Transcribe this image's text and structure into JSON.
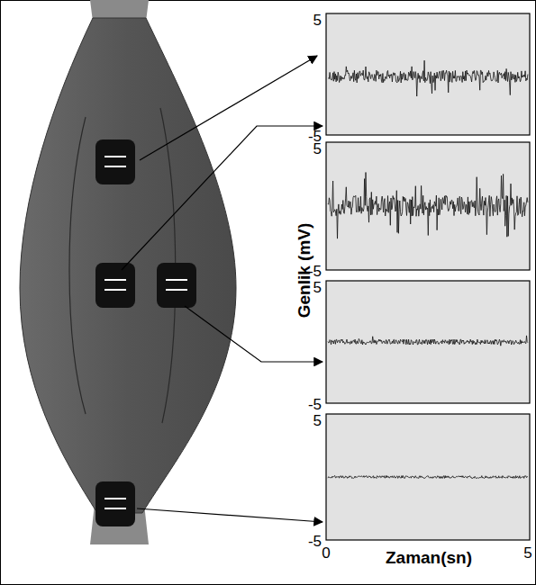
{
  "diagram": {
    "labels": [
      "5",
      "-5",
      "5",
      "-5",
      "5",
      "-5",
      "5",
      "-5",
      "0",
      "5",
      "Genlik (mV)",
      "Zaman(sn)"
    ]
  }
}
